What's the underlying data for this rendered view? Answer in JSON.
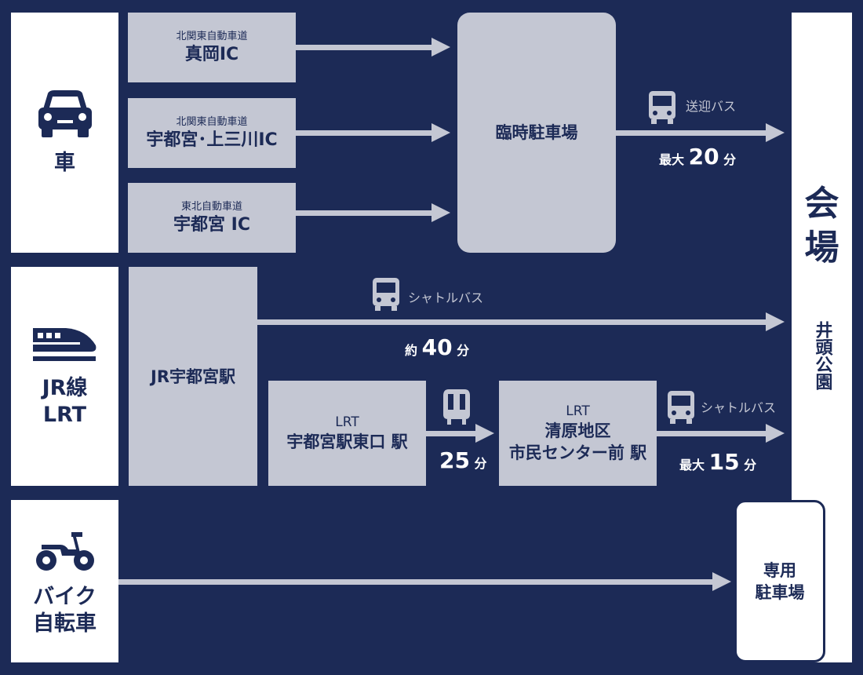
{
  "categories": {
    "car": "車",
    "jr": "JR線\nLRT",
    "bike": "バイク\n自転車"
  },
  "car": {
    "ic1": {
      "road": "北関東自動車道",
      "name": "真岡IC"
    },
    "ic2": {
      "road": "北関東自動車道",
      "name": "宇都宮･上三川IC"
    },
    "ic3": {
      "road": "東北自動車道",
      "name": "宇都宮 IC"
    },
    "parking": "臨時駐車場",
    "bus_label": "送迎バス",
    "time_prefix": "最大",
    "time_value": "20",
    "time_unit": "分"
  },
  "jr": {
    "station": "JR宇都宮駅",
    "bus_label": "シャトルバス",
    "time_prefix": "約",
    "time_value": "40",
    "time_unit": "分"
  },
  "lrt": {
    "from_line": "LRT",
    "from_station": "宇都宮駅東口 駅",
    "time_value": "25",
    "time_unit": "分",
    "to_line": "LRT",
    "to_station_1": "清原地区",
    "to_station_2": "市民センター前 駅",
    "bus_label": "シャトルバス",
    "time_prefix": "最大",
    "time_value2": "15",
    "time_unit2": "分"
  },
  "bike": {
    "parking_line1": "専用",
    "parking_line2": "駐車場"
  },
  "venue": {
    "title1": "会",
    "title2": "場",
    "name": "井頭公園"
  },
  "colors": {
    "background": "#1c2a56",
    "box": "#c4c7d3",
    "panel": "#ffffff"
  }
}
